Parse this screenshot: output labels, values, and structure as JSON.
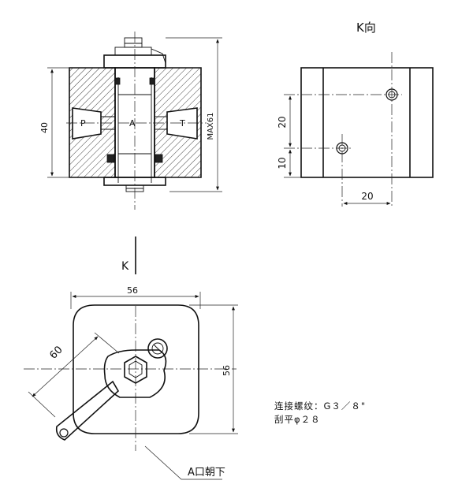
{
  "views": {
    "section": {
      "port_p": "P",
      "port_a": "A",
      "port_t": "T",
      "dim_height": "40",
      "dim_max": "MAX61"
    },
    "k_view": {
      "title": "K向",
      "dim_20_vertical": "20",
      "dim_10_vertical": "10",
      "dim_20_horizontal": "20"
    },
    "top_view": {
      "arrow_label": "K",
      "dim_width": "56",
      "dim_height": "56",
      "dim_lever": "60",
      "callout": "A口朝下"
    }
  },
  "notes": {
    "thread": "连接螺纹：G３／８\"",
    "flat": "刮平φ２８"
  },
  "colors": {
    "line": "#111111",
    "paper": "#ffffff"
  }
}
